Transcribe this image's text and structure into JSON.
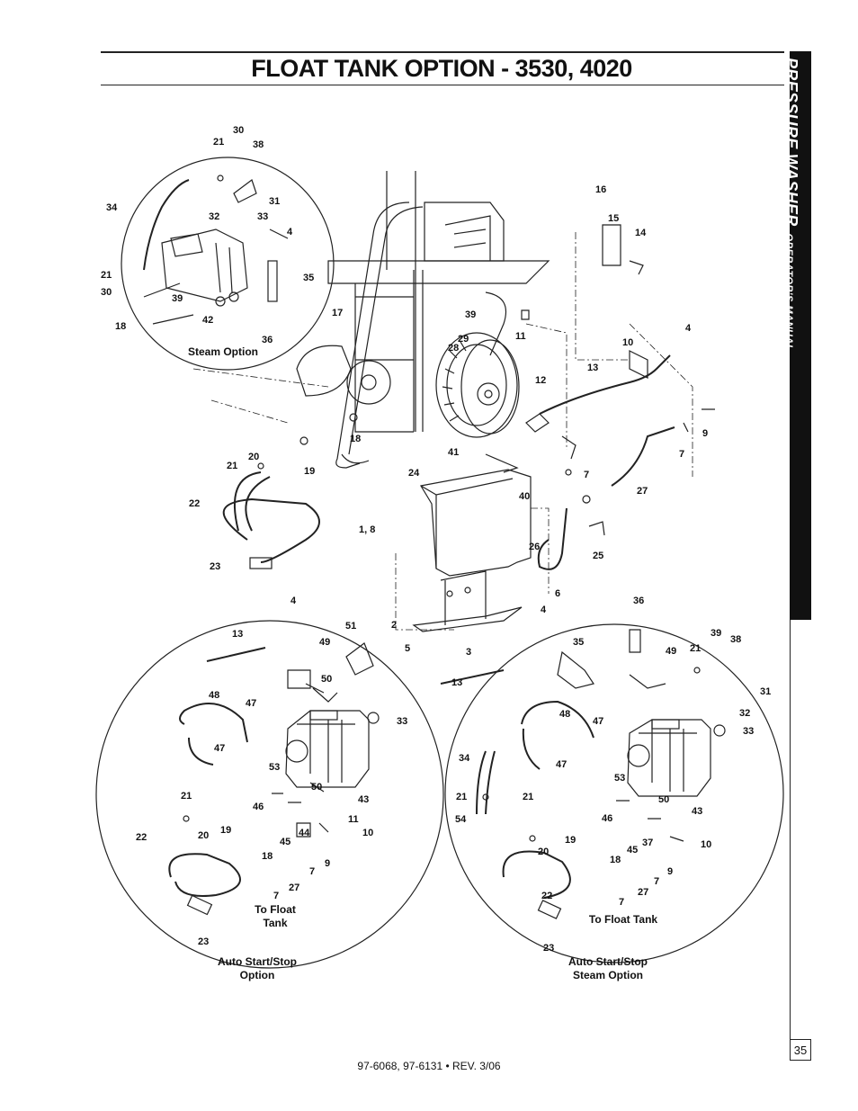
{
  "page": {
    "title": "FLOAT TANK OPTION - 3530, 4020",
    "sidebar_main": "PRESSURE WASHER",
    "sidebar_sub": "OPERATOR'S MANUAL",
    "page_number": "35",
    "footer": "97-6068, 97-6131  •  REV. 3/06"
  },
  "captions": {
    "steam": "Steam Option",
    "auto_line1": "Auto Start/Stop",
    "auto_line2": "Option",
    "auto_steam_line1": "Auto Start/Stop",
    "auto_steam_line2": "Steam Option",
    "to_float_line1": "To Float",
    "to_float_line2": "Tank",
    "to_float_tank": "To Float Tank"
  },
  "callouts": {
    "main": [
      "21",
      "30",
      "38",
      "34",
      "31",
      "32",
      "33",
      "4",
      "35",
      "21",
      "30",
      "39",
      "42",
      "18",
      "36",
      "17",
      "39",
      "29",
      "28",
      "11",
      "16",
      "15",
      "14",
      "4",
      "10",
      "13",
      "12",
      "9",
      "7",
      "41",
      "40",
      "7",
      "24",
      "1, 8",
      "20",
      "21",
      "19",
      "18",
      "22",
      "23",
      "26",
      "25",
      "6",
      "27",
      "2",
      "3",
      "5"
    ],
    "auto": [
      "4",
      "51",
      "13",
      "49",
      "50",
      "48",
      "47",
      "33",
      "47",
      "53",
      "50",
      "43",
      "46",
      "21",
      "19",
      "20",
      "11",
      "10",
      "22",
      "18",
      "45",
      "44",
      "9",
      "7",
      "27",
      "7",
      "23"
    ],
    "auto_steam": [
      "4",
      "36",
      "39",
      "38",
      "35",
      "49",
      "21",
      "31",
      "13",
      "32",
      "48",
      "47",
      "33",
      "34",
      "47",
      "53",
      "21",
      "21",
      "50",
      "54",
      "43",
      "46",
      "19",
      "20",
      "37",
      "10",
      "18",
      "45",
      "9",
      "7",
      "22",
      "7",
      "27",
      "23"
    ]
  }
}
